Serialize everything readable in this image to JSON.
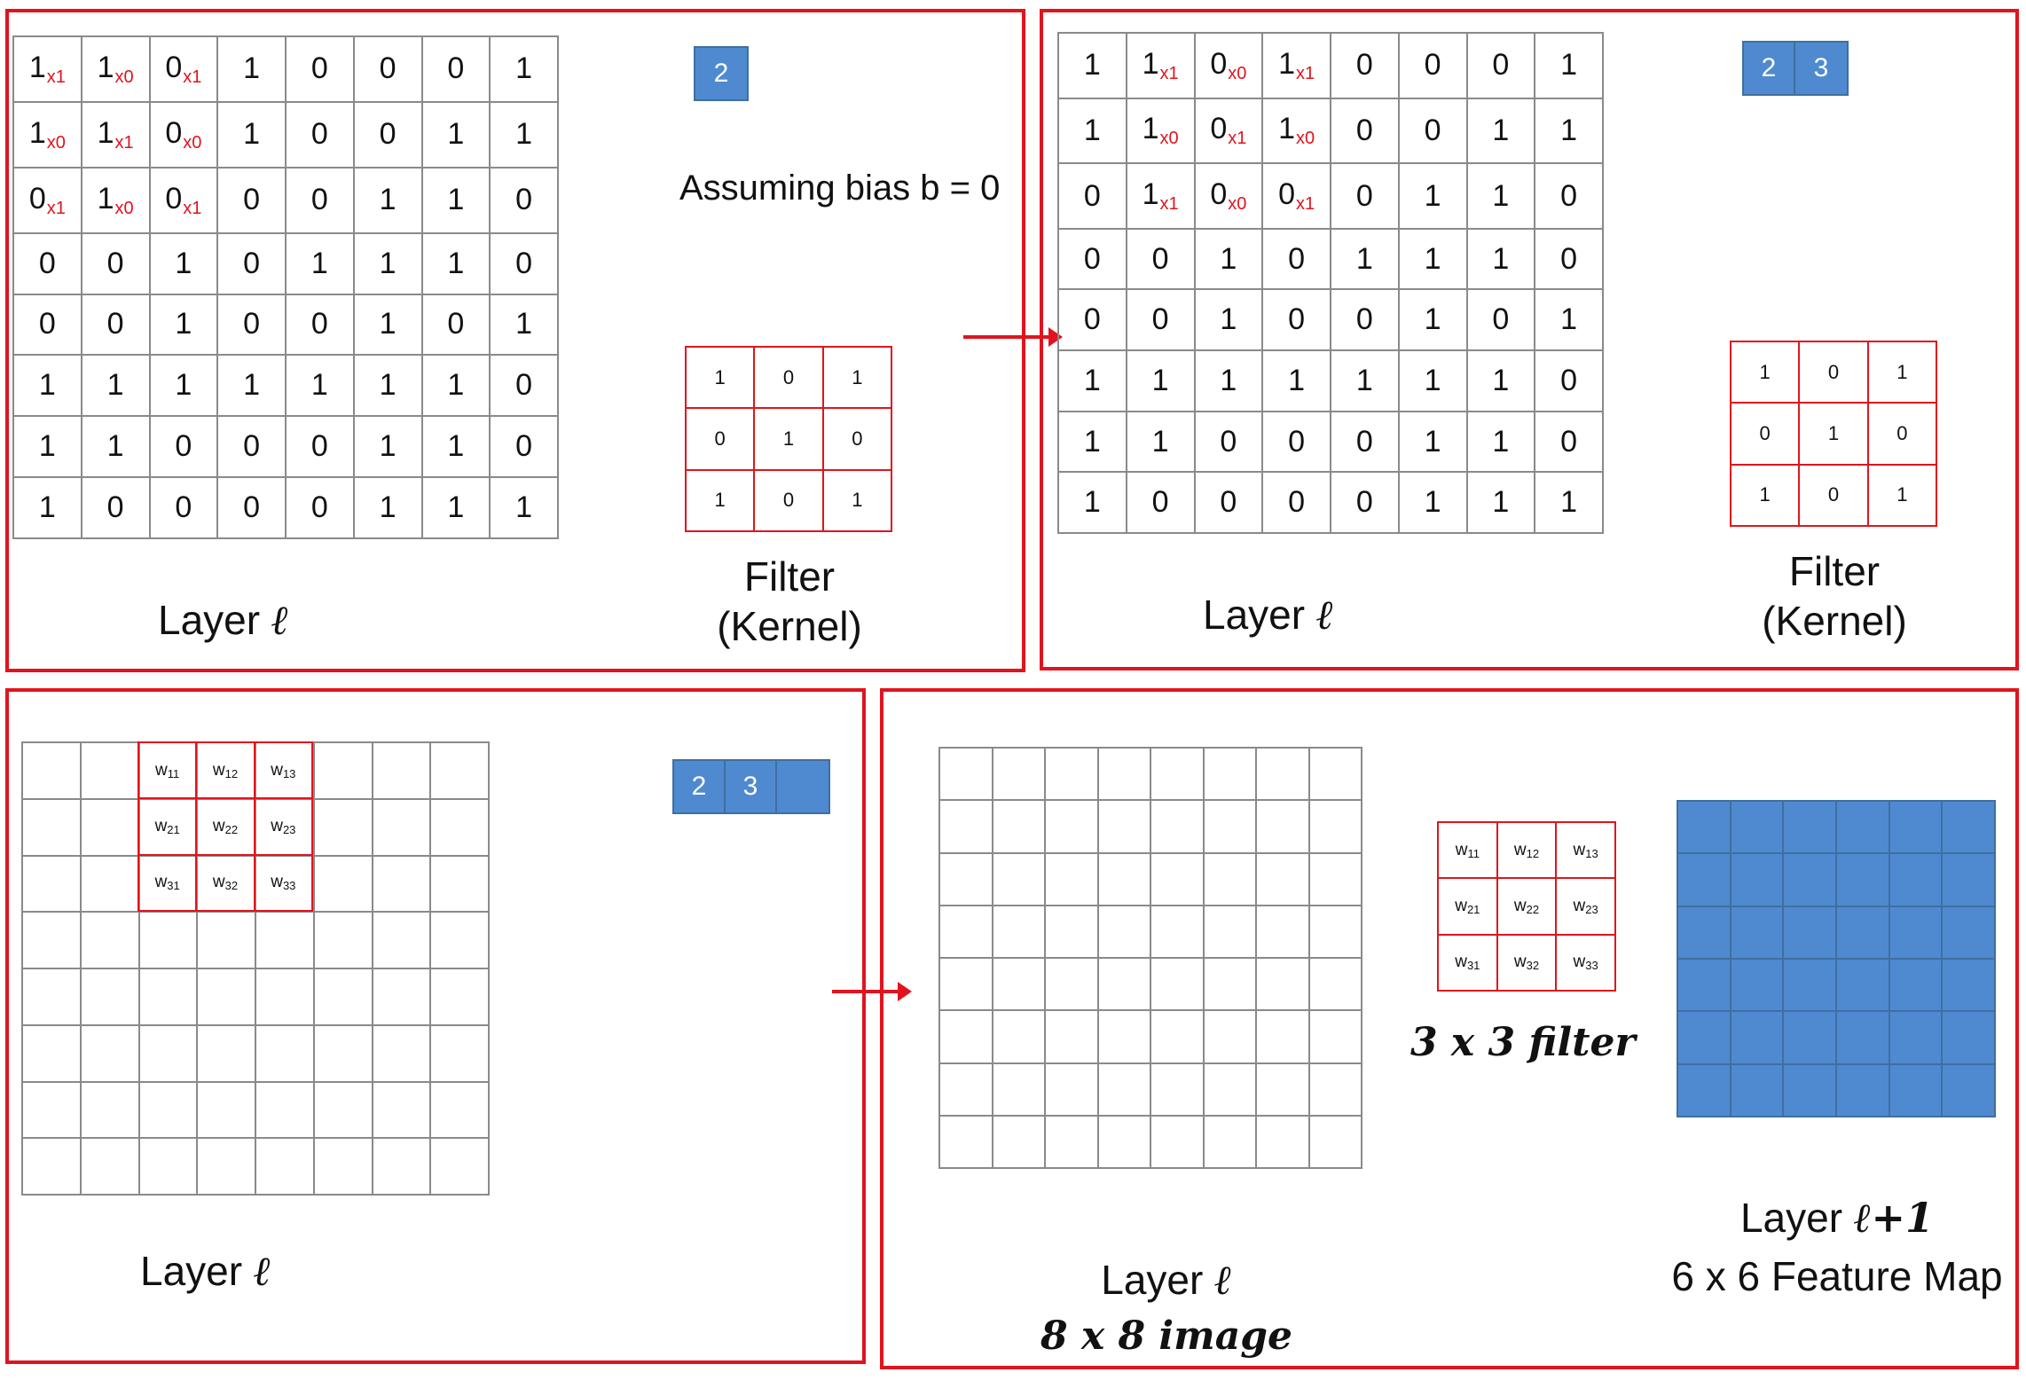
{
  "panel1": {
    "layer_label": "Layer",
    "layer_symbol": "ℓ",
    "bias_text": "Assuming bias b = 0",
    "filter_label_1": "Filter",
    "filter_label_2": "(Kernel)",
    "output_values": [
      "2"
    ],
    "grid": [
      [
        {
          "v": "1",
          "s": "x1"
        },
        {
          "v": "1",
          "s": "x0"
        },
        {
          "v": "0",
          "s": "x1"
        },
        {
          "v": "1"
        },
        {
          "v": "0"
        },
        {
          "v": "0"
        },
        {
          "v": "0"
        },
        {
          "v": "1"
        }
      ],
      [
        {
          "v": "1",
          "s": "x0"
        },
        {
          "v": "1",
          "s": "x1"
        },
        {
          "v": "0",
          "s": "x0"
        },
        {
          "v": "1"
        },
        {
          "v": "0"
        },
        {
          "v": "0"
        },
        {
          "v": "1"
        },
        {
          "v": "1"
        }
      ],
      [
        {
          "v": "0",
          "s": "x1"
        },
        {
          "v": "1",
          "s": "x0"
        },
        {
          "v": "0",
          "s": "x1"
        },
        {
          "v": "0"
        },
        {
          "v": "0"
        },
        {
          "v": "1"
        },
        {
          "v": "1"
        },
        {
          "v": "0"
        }
      ],
      [
        {
          "v": "0"
        },
        {
          "v": "0"
        },
        {
          "v": "1"
        },
        {
          "v": "0"
        },
        {
          "v": "1"
        },
        {
          "v": "1"
        },
        {
          "v": "1"
        },
        {
          "v": "0"
        }
      ],
      [
        {
          "v": "0"
        },
        {
          "v": "0"
        },
        {
          "v": "1"
        },
        {
          "v": "0"
        },
        {
          "v": "0"
        },
        {
          "v": "1"
        },
        {
          "v": "0"
        },
        {
          "v": "1"
        }
      ],
      [
        {
          "v": "1"
        },
        {
          "v": "1"
        },
        {
          "v": "1"
        },
        {
          "v": "1"
        },
        {
          "v": "1"
        },
        {
          "v": "1"
        },
        {
          "v": "1"
        },
        {
          "v": "0"
        }
      ],
      [
        {
          "v": "1"
        },
        {
          "v": "1"
        },
        {
          "v": "0"
        },
        {
          "v": "0"
        },
        {
          "v": "0"
        },
        {
          "v": "1"
        },
        {
          "v": "1"
        },
        {
          "v": "0"
        }
      ],
      [
        {
          "v": "1"
        },
        {
          "v": "0"
        },
        {
          "v": "0"
        },
        {
          "v": "0"
        },
        {
          "v": "0"
        },
        {
          "v": "1"
        },
        {
          "v": "1"
        },
        {
          "v": "1"
        }
      ]
    ],
    "kernel": [
      [
        "1",
        "0",
        "1"
      ],
      [
        "0",
        "1",
        "0"
      ],
      [
        "1",
        "0",
        "1"
      ]
    ]
  },
  "panel2": {
    "layer_label": "Layer",
    "layer_symbol": "ℓ",
    "filter_label_1": "Filter",
    "filter_label_2": "(Kernel)",
    "output_values": [
      "2",
      "3"
    ],
    "grid": [
      [
        {
          "v": "1"
        },
        {
          "v": "1",
          "s": "x1"
        },
        {
          "v": "0",
          "s": "x0"
        },
        {
          "v": "1",
          "s": "x1"
        },
        {
          "v": "0"
        },
        {
          "v": "0"
        },
        {
          "v": "0"
        },
        {
          "v": "1"
        }
      ],
      [
        {
          "v": "1"
        },
        {
          "v": "1",
          "s": "x0"
        },
        {
          "v": "0",
          "s": "x1"
        },
        {
          "v": "1",
          "s": "x0"
        },
        {
          "v": "0"
        },
        {
          "v": "0"
        },
        {
          "v": "1"
        },
        {
          "v": "1"
        }
      ],
      [
        {
          "v": "0"
        },
        {
          "v": "1",
          "s": "x1"
        },
        {
          "v": "0",
          "s": "x0"
        },
        {
          "v": "0",
          "s": "x1"
        },
        {
          "v": "0"
        },
        {
          "v": "1"
        },
        {
          "v": "1"
        },
        {
          "v": "0"
        }
      ],
      [
        {
          "v": "0"
        },
        {
          "v": "0"
        },
        {
          "v": "1"
        },
        {
          "v": "0"
        },
        {
          "v": "1"
        },
        {
          "v": "1"
        },
        {
          "v": "1"
        },
        {
          "v": "0"
        }
      ],
      [
        {
          "v": "0"
        },
        {
          "v": "0"
        },
        {
          "v": "1"
        },
        {
          "v": "0"
        },
        {
          "v": "0"
        },
        {
          "v": "1"
        },
        {
          "v": "0"
        },
        {
          "v": "1"
        }
      ],
      [
        {
          "v": "1"
        },
        {
          "v": "1"
        },
        {
          "v": "1"
        },
        {
          "v": "1"
        },
        {
          "v": "1"
        },
        {
          "v": "1"
        },
        {
          "v": "1"
        },
        {
          "v": "0"
        }
      ],
      [
        {
          "v": "1"
        },
        {
          "v": "1"
        },
        {
          "v": "0"
        },
        {
          "v": "0"
        },
        {
          "v": "0"
        },
        {
          "v": "1"
        },
        {
          "v": "1"
        },
        {
          "v": "0"
        }
      ],
      [
        {
          "v": "1"
        },
        {
          "v": "0"
        },
        {
          "v": "0"
        },
        {
          "v": "0"
        },
        {
          "v": "0"
        },
        {
          "v": "1"
        },
        {
          "v": "1"
        },
        {
          "v": "1"
        }
      ]
    ],
    "kernel": [
      [
        "1",
        "0",
        "1"
      ],
      [
        "0",
        "1",
        "0"
      ],
      [
        "1",
        "0",
        "1"
      ]
    ]
  },
  "panel3": {
    "layer_label": "Layer",
    "layer_symbol": "ℓ",
    "output_values": [
      "2",
      "3",
      ""
    ],
    "weights": [
      [
        {
          "v": "w",
          "s": "11"
        },
        {
          "v": "w",
          "s": "12"
        },
        {
          "v": "w",
          "s": "13"
        }
      ],
      [
        {
          "v": "w",
          "s": "21"
        },
        {
          "v": "w",
          "s": "22"
        },
        {
          "v": "w",
          "s": "23"
        }
      ],
      [
        {
          "v": "w",
          "s": "31"
        },
        {
          "v": "w",
          "s": "32"
        },
        {
          "v": "w",
          "s": "33"
        }
      ]
    ]
  },
  "panel4": {
    "layer_label": "Layer",
    "layer_symbol": "ℓ",
    "image_caption": "8 x 8 image",
    "filter_caption": "3 x 3 filter",
    "next_layer_label": "Layer",
    "next_layer_symbol": "ℓ+1",
    "feature_map_caption": "6 x 6 Feature Map",
    "weights": [
      [
        {
          "v": "w",
          "s": "11"
        },
        {
          "v": "w",
          "s": "12"
        },
        {
          "v": "w",
          "s": "13"
        }
      ],
      [
        {
          "v": "w",
          "s": "21"
        },
        {
          "v": "w",
          "s": "22"
        },
        {
          "v": "w",
          "s": "23"
        }
      ],
      [
        {
          "v": "w",
          "s": "31"
        },
        {
          "v": "w",
          "s": "32"
        },
        {
          "v": "w",
          "s": "33"
        }
      ]
    ]
  },
  "colors": {
    "panel_border": "#e0141e",
    "output_fill": "#4f8ad0",
    "grid_line": "#8a8a8a"
  }
}
